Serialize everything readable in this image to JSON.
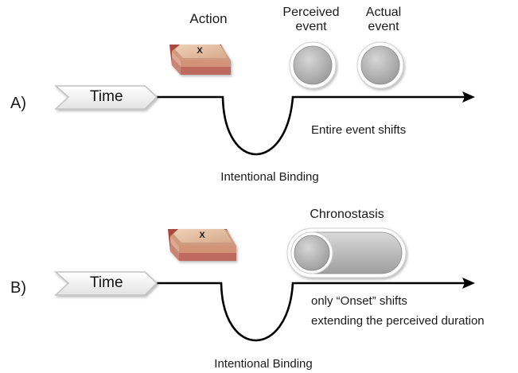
{
  "panel_a": {
    "label": "A)",
    "time_label": "Time",
    "action_label": "Action",
    "action_key": "X",
    "perceived_label_1": "Perceived",
    "perceived_label_2": "event",
    "actual_label_1": "Actual",
    "actual_label_2": "event",
    "shift_caption": "Entire event shifts",
    "binding_caption": "Intentional Binding"
  },
  "panel_b": {
    "label": "B)",
    "time_label": "Time",
    "action_key": "X",
    "chronostasis_label": "Chronostasis",
    "shift_caption_1": "only “Onset” shifts",
    "shift_caption_2": "extending the perceived duration",
    "binding_caption": "Intentional Binding"
  },
  "colors": {
    "line": "#000000",
    "event_gray": "#b5b5b5",
    "key_top": "#e2b99a",
    "key_side": "#b85a4d",
    "time_arrow_fill": "#f4f4f4",
    "time_arrow_border": "#c2c2c2"
  },
  "icons": {
    "action": "keyboard-key-icon",
    "event": "circle-button-icon",
    "time": "chevron-arrow-icon"
  }
}
